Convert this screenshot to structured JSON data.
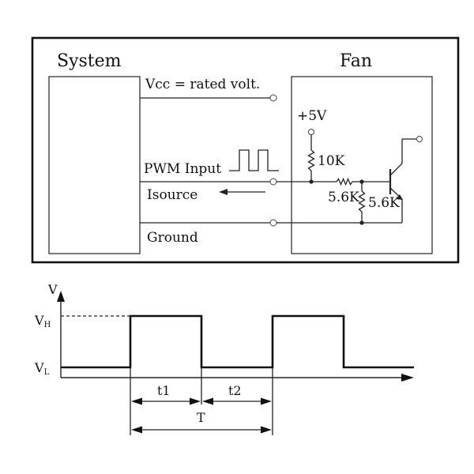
{
  "labels": {
    "system": "System",
    "fan": "Fan",
    "vcc": "Vcc = rated volt.",
    "plus5v": "+5V",
    "r10k": "10K",
    "pwm_input": "PWM Input",
    "isource": "Isource",
    "r56a": "5.6K",
    "r56b": "5.6K",
    "ground": "Ground"
  },
  "timing": {
    "axis_v": "V",
    "vh_main": "V",
    "vh_sub": "H",
    "vl_main": "V",
    "vl_sub": "L",
    "t1": "t1",
    "t2": "t2",
    "period": "T"
  },
  "colors": {
    "ink": "#111111",
    "background": "#ffffff"
  }
}
